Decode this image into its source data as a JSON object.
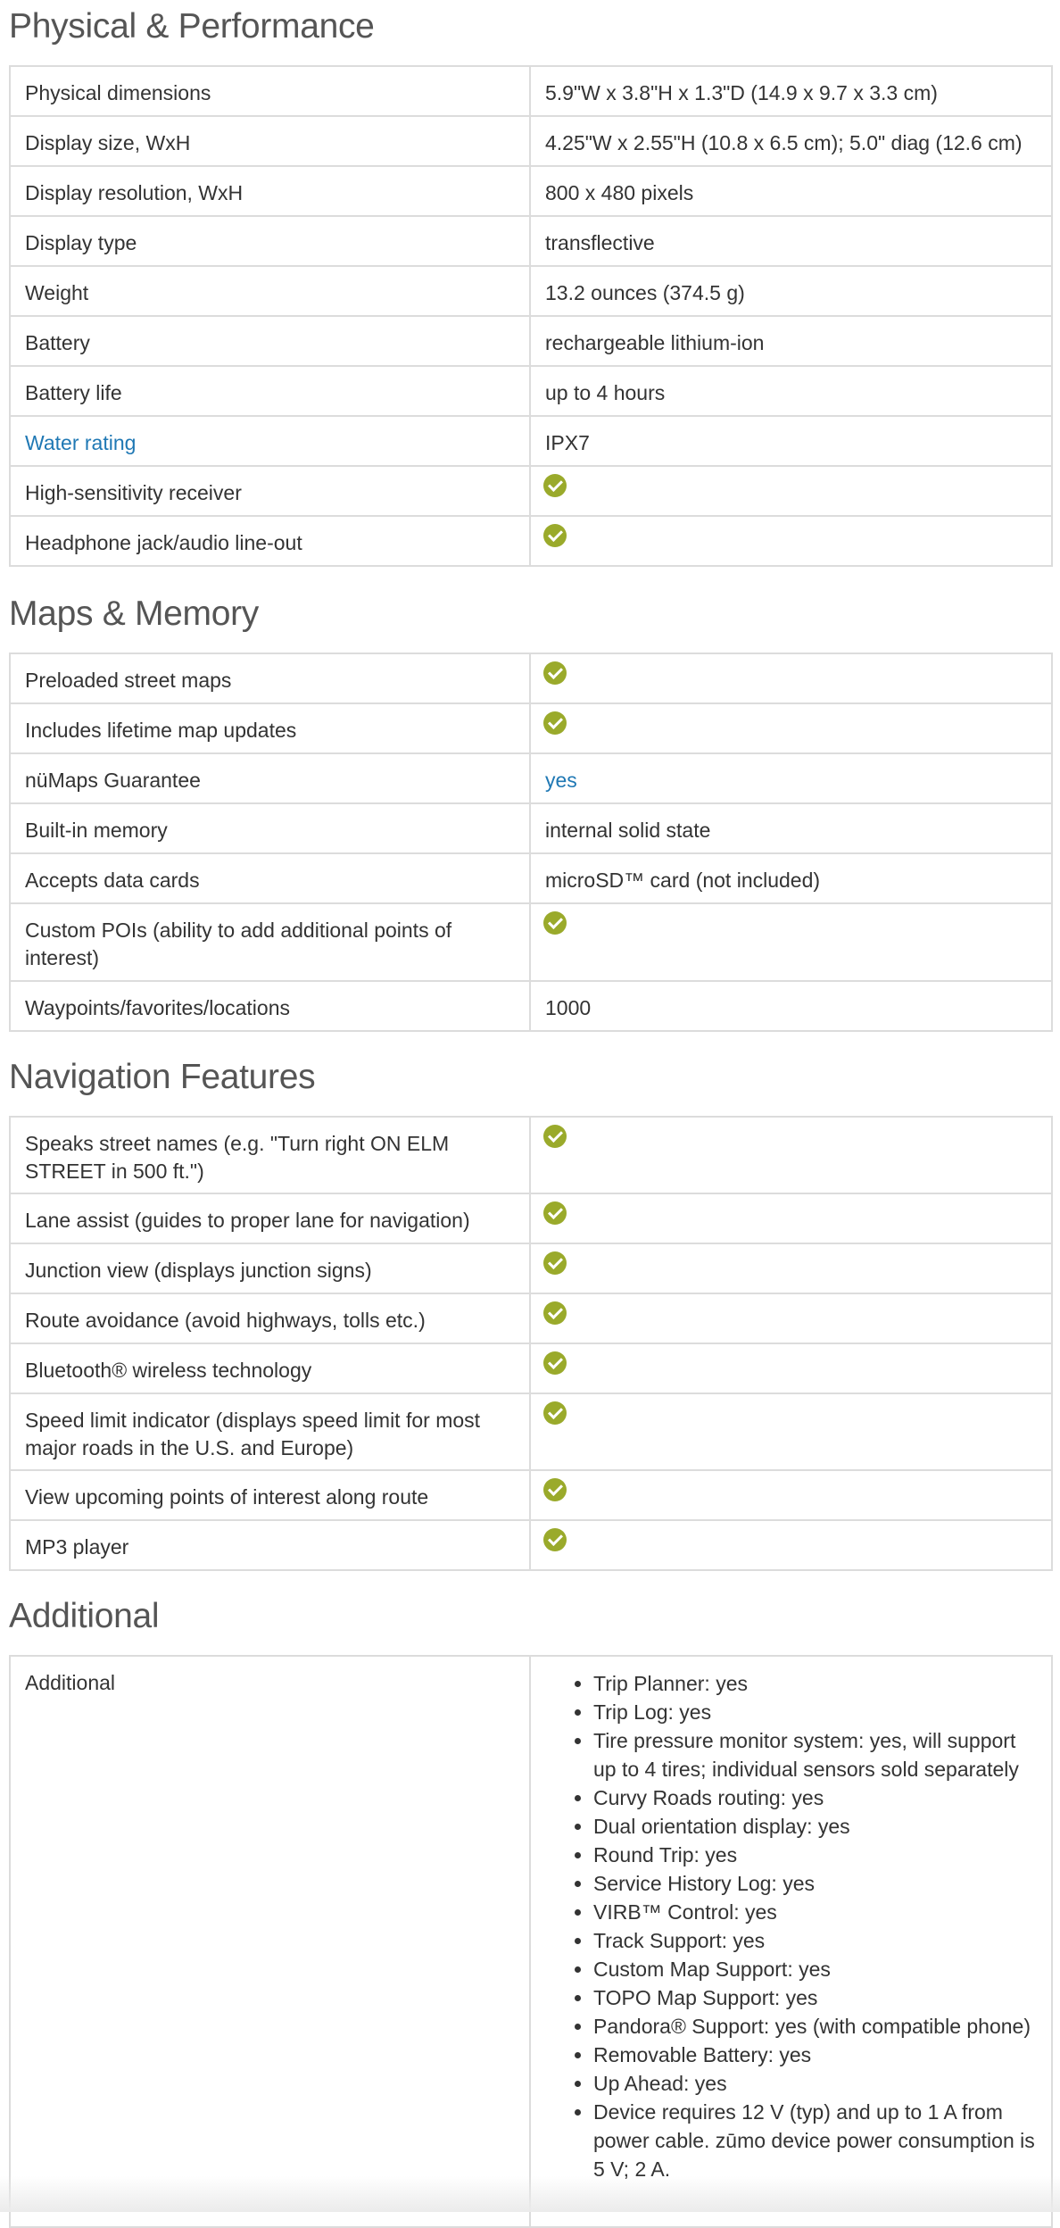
{
  "sections": {
    "physical": {
      "title": "Physical & Performance",
      "rows": [
        {
          "label": "Physical dimensions",
          "value": "5.9\"W x 3.8\"H x 1.3\"D (14.9 x 9.7 x 3.3 cm)"
        },
        {
          "label": "Display size, WxH",
          "value": "4.25\"W x 2.55\"H (10.8 x 6.5 cm); 5.0\" diag (12.6 cm)"
        },
        {
          "label": "Display resolution, WxH",
          "value": "800 x 480 pixels"
        },
        {
          "label": "Display type",
          "value": "transflective"
        },
        {
          "label": "Weight",
          "value": "13.2 ounces (374.5 g)"
        },
        {
          "label": "Battery",
          "value": "rechargeable lithium-ion"
        },
        {
          "label": "Battery life",
          "value": "up to 4 hours"
        },
        {
          "label": "Water rating",
          "value": "IPX7"
        },
        {
          "label": "High-sensitivity receiver",
          "value": "check-icon"
        },
        {
          "label": "Headphone jack/audio line-out",
          "value": "check-icon"
        }
      ]
    },
    "maps": {
      "title": "Maps & Memory",
      "rows": [
        {
          "label": "Preloaded street maps",
          "value": "check-icon"
        },
        {
          "label": "Includes lifetime map updates",
          "value": "check-icon"
        },
        {
          "label": "nüMaps Guarantee",
          "value": "yes"
        },
        {
          "label": "Built-in memory",
          "value": "internal solid state"
        },
        {
          "label": "Accepts data cards",
          "value": "microSD™ card (not included)"
        },
        {
          "label": "Custom POIs (ability to add additional points of interest)",
          "value": "check-icon"
        },
        {
          "label": "Waypoints/favorites/locations",
          "value": "1000"
        }
      ]
    },
    "navigation": {
      "title": "Navigation Features",
      "rows": [
        {
          "label": "Speaks street names (e.g. \"Turn right ON ELM STREET in 500 ft.\")",
          "value": "check-icon"
        },
        {
          "label": "Lane assist (guides to proper lane for navigation)",
          "value": "check-icon"
        },
        {
          "label": "Junction view (displays junction signs)",
          "value": "check-icon"
        },
        {
          "label": "Route avoidance (avoid highways, tolls etc.)",
          "value": "check-icon"
        },
        {
          "label": "Bluetooth® wireless technology",
          "value": "check-icon"
        },
        {
          "label": "Speed limit indicator (displays speed limit for most major roads in the U.S. and Europe)",
          "value": "check-icon"
        },
        {
          "label": "View upcoming points of interest along route",
          "value": "check-icon"
        },
        {
          "label": "MP3 player",
          "value": "check-icon"
        }
      ]
    },
    "additional": {
      "title": "Additional",
      "label": "Additional",
      "items": [
        "Trip Planner: yes",
        "Trip Log: yes",
        "Tire pressure monitor system: yes, will support up to 4 tires; individual sensors sold separately",
        "Curvy Roads routing: yes",
        "Dual orientation display: yes",
        "Round Trip: yes",
        "Service History Log: yes",
        "VIRB™ Control: yes",
        "Track Support: yes",
        "Custom Map Support: yes",
        "TOPO Map Support: yes",
        "Pandora® Support: yes (with compatible phone)",
        "Removable Battery: yes",
        "Up Ahead: yes",
        "Device requires 12 V (typ) and up to 1 A from power cable. zūmo device power consumption is 5 V; 2 A."
      ]
    }
  },
  "colors": {
    "link": "#1f78b4",
    "check": "#9aaa2b",
    "border": "#dcdcdc",
    "heading": "#555555",
    "text": "#333333"
  }
}
